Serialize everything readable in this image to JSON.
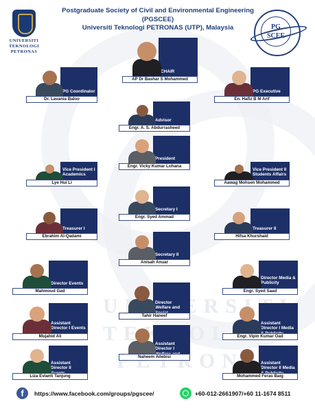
{
  "header": {
    "line1": "Postgraduate Society of Civil and Environmental Engineering",
    "line2": "(PGSCEE)",
    "line3": "Universiti Teknologi PETRONAS (UTP), Malaysia"
  },
  "logos": {
    "utp_text": [
      "UNIVERSITI",
      "TEKNOLOGI",
      "PETRONAS"
    ],
    "seal_text": "PG SCEE"
  },
  "members": [
    {
      "id": "chair",
      "role": "CHAIR",
      "name": "AP Dr Bashar S Mohammed"
    },
    {
      "id": "pg-coordinator",
      "role": "PG Coordinator",
      "name": "Dr. Lavania Baloo"
    },
    {
      "id": "pg-executive",
      "role": "PG Executive",
      "name": "En. Hafiz B M Arif"
    },
    {
      "id": "advisor",
      "role": "Advisor",
      "name": "Engr. A. S. Abdurrasheed"
    },
    {
      "id": "president",
      "role": "President",
      "name": "Engr. Vicky Kumar Lohana"
    },
    {
      "id": "vp1",
      "role": "Vice President I Academics",
      "name": "Lye Hui Li"
    },
    {
      "id": "vp2",
      "role": "Vice President II Students Affairs",
      "name": "Aawag Mohsen Mohammed"
    },
    {
      "id": "sec1",
      "role": "Secretary I",
      "name": "Engr. Syed Ammad"
    },
    {
      "id": "treas1",
      "role": "Treasurer I",
      "name": "Ebrahim Al-Qadami"
    },
    {
      "id": "treas2",
      "role": "Treasurer II",
      "name": "Hifsa Khurshaid"
    },
    {
      "id": "sec2",
      "role": "Secretary II",
      "name": "Anisah Anuar"
    },
    {
      "id": "dir-events",
      "role": "Director Events",
      "name": "Mahmoud Gad"
    },
    {
      "id": "dir-media",
      "role": "Director Media & Publicity",
      "name": "Engr. Syed Saad"
    },
    {
      "id": "dir-welfare",
      "role": "Director Welfare and Social",
      "name": "Tahir Haneef"
    },
    {
      "id": "ad1-events",
      "role": "Assistant Director I Events",
      "name": "Mujahid Ali"
    },
    {
      "id": "ad1-media",
      "role": "Assistant Director I Media & Publicity",
      "name": "Engr. Vipin Kumar Oad"
    },
    {
      "id": "ad1-welfare",
      "role": "Assistant Director I Welfare and Social",
      "name": "Naheem Adebisi"
    },
    {
      "id": "ad2-events",
      "role": "Assistant Director II Events",
      "name": "Liza Evianti Tanjung"
    },
    {
      "id": "ad2-media",
      "role": "Assistant Director II Media & Publicity",
      "name": "Mohammed Feras Baig"
    }
  ],
  "footer": {
    "facebook_icon": "facebook-icon",
    "facebook_url": "https://www.facebook.com/groups/pgscee/",
    "whatsapp_icon": "whatsapp-icon",
    "phones": "+60-012-2661907/+60 11-1674 8511"
  },
  "colors": {
    "navy": "#1c2f66",
    "header": "#1f3f7a",
    "facebook": "#3b5998",
    "whatsapp": "#25d366"
  }
}
